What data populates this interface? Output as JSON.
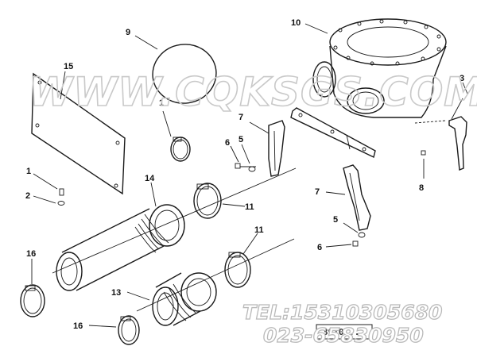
{
  "callouts": {
    "c1": "1",
    "c2": "2",
    "c3": "3",
    "c5a": "5",
    "c5b": "5",
    "c6a": "6",
    "c6b": "6",
    "c7a": "7",
    "c7b": "7",
    "c8": "8",
    "c9": "9",
    "c10": "10",
    "c11a": "11",
    "c11b": "11",
    "c12": "1",
    "c13": "13",
    "c14": "14",
    "c15": "15",
    "c16a": "16",
    "c16b": "16"
  },
  "watermark": {
    "site": "WWW.CQKSGS.COM",
    "tel": "TEL:15310305680",
    "phone": "023-65830950"
  },
  "stamp": "3910..."
}
